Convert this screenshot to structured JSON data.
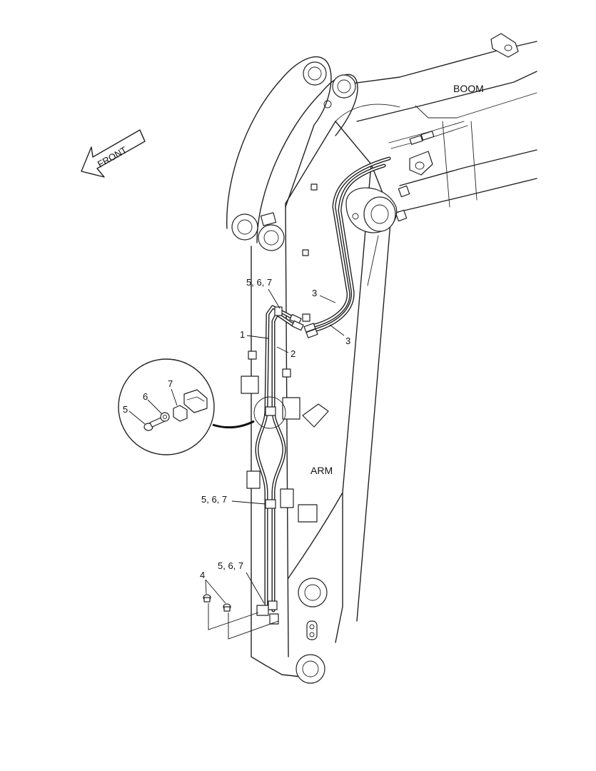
{
  "labels": {
    "boom": "BOOM",
    "arm": "ARM",
    "front": "FRONT",
    "callout_567_top": "5, 6, 7",
    "callout_567_mid": "5, 6, 7",
    "callout_567_bottom": "5, 6, 7",
    "callout_1": "1",
    "callout_2": "2",
    "callout_3_upper": "3",
    "callout_3_lower": "3",
    "callout_4": "4",
    "detail_5": "5",
    "detail_6": "6",
    "detail_7": "7"
  },
  "icons": {
    "front_arrow": "front-arrow-icon",
    "detail_circle": "detail-callout-circle"
  }
}
